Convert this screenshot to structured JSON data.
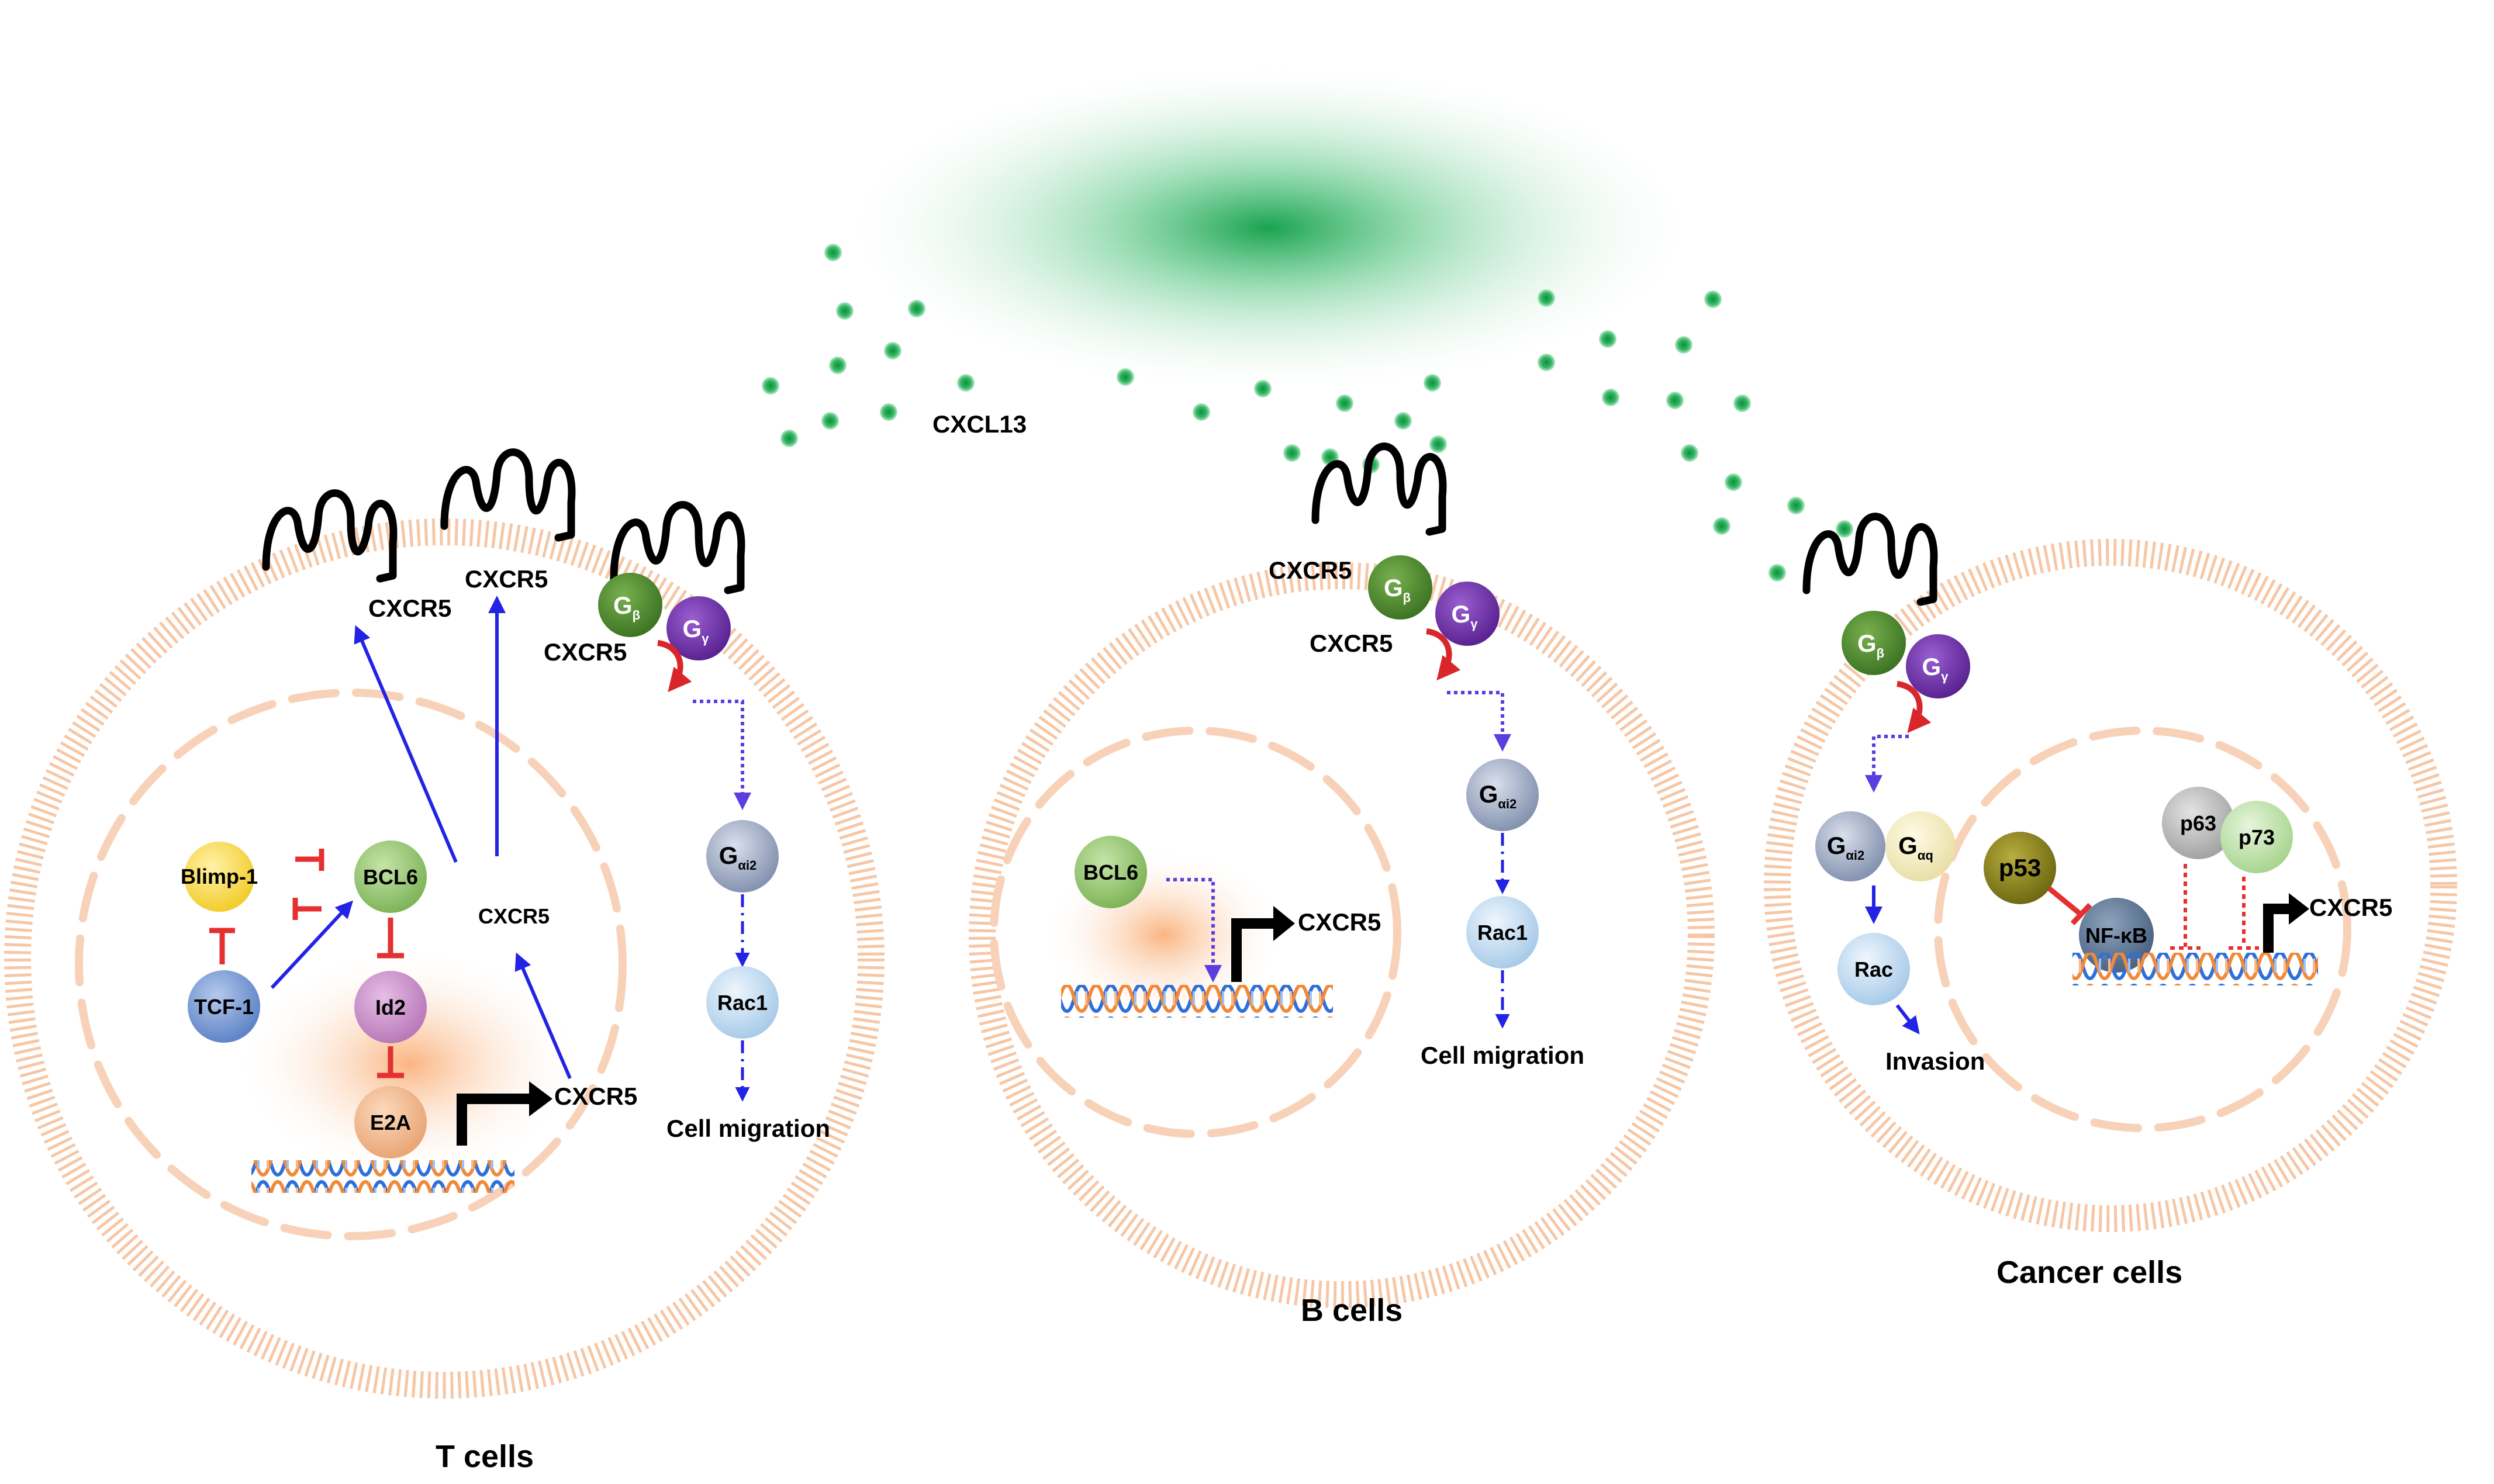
{
  "ligand": {
    "name": "CXCL13",
    "color": "#1aa350"
  },
  "t_cell": {
    "title": "T cells",
    "receptor_labels": [
      "CXCR5",
      "CXCR5",
      "CXCR5"
    ],
    "nuclear_cxcr5": "CXCR5",
    "promoter_target": "CXCR5",
    "blimp1": "Blimp-1",
    "bcl6": "BCL6",
    "tcf1": "TCF-1",
    "id2": "Id2",
    "e2a": "E2A",
    "g_beta": "G",
    "g_beta_sub": "β",
    "g_gamma": "G",
    "g_gamma_sub": "γ",
    "g_ai2": "G",
    "g_ai2_sub": "αi2",
    "rac1": "Rac1",
    "outcome": "Cell migration"
  },
  "b_cell": {
    "title": "B cells",
    "receptor_labels": [
      "CXCR5",
      "CXCR5"
    ],
    "bcl6": "BCL6",
    "promoter_target": "CXCR5",
    "g_beta": "G",
    "g_beta_sub": "β",
    "g_gamma": "G",
    "g_gamma_sub": "γ",
    "g_ai2": "G",
    "g_ai2_sub": "αi2",
    "rac1": "Rac1",
    "outcome": "Cell migration"
  },
  "cancer_cell": {
    "title": "Cancer cells",
    "g_beta": "G",
    "g_beta_sub": "β",
    "g_gamma": "G",
    "g_gamma_sub": "γ",
    "g_ai2": "G",
    "g_ai2_sub": "αi2",
    "g_aq": "G",
    "g_aq_sub": "αq",
    "rac": "Rac",
    "outcome": "Invasion",
    "p53": "p53",
    "nfkb": "NF-κB",
    "p63": "p63",
    "p73": "p73",
    "promoter_target": "CXCR5"
  },
  "colors": {
    "membrane": "#f6c7a6",
    "activation_arrow": "#2323e6",
    "inhibition": "#e53030",
    "g_beta": "#4d8a2e",
    "g_gamma": "#6a2fa8",
    "g_ai2": "#9aa8c2",
    "rac": "#c6def3"
  }
}
